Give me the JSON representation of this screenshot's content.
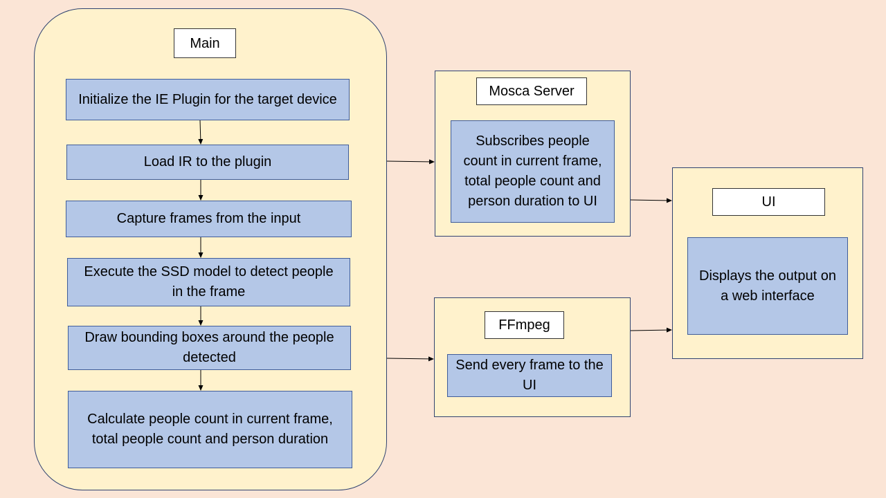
{
  "colors": {
    "background": "#fbe5d6",
    "container_fill": "#fff2cc",
    "step_fill": "#b4c7e7",
    "title_fill": "#ffffff",
    "arrow": "#000000"
  },
  "main": {
    "title": "Main",
    "steps": [
      "Initialize the IE Plugin for the target device",
      "Load IR to the plugin",
      "Capture frames from the input",
      "Execute the SSD model to detect people in the frame",
      "Draw bounding boxes around the people detected",
      "Calculate people count in current frame, total people count and person duration"
    ]
  },
  "mosca": {
    "title": "Mosca Server",
    "content": "Subscribes people count in current frame, total people count and person duration to UI"
  },
  "ffmpeg": {
    "title": "FFmpeg",
    "content": "Send every frame to the UI"
  },
  "ui": {
    "title": "UI",
    "content": "Displays the output on a web interface"
  }
}
